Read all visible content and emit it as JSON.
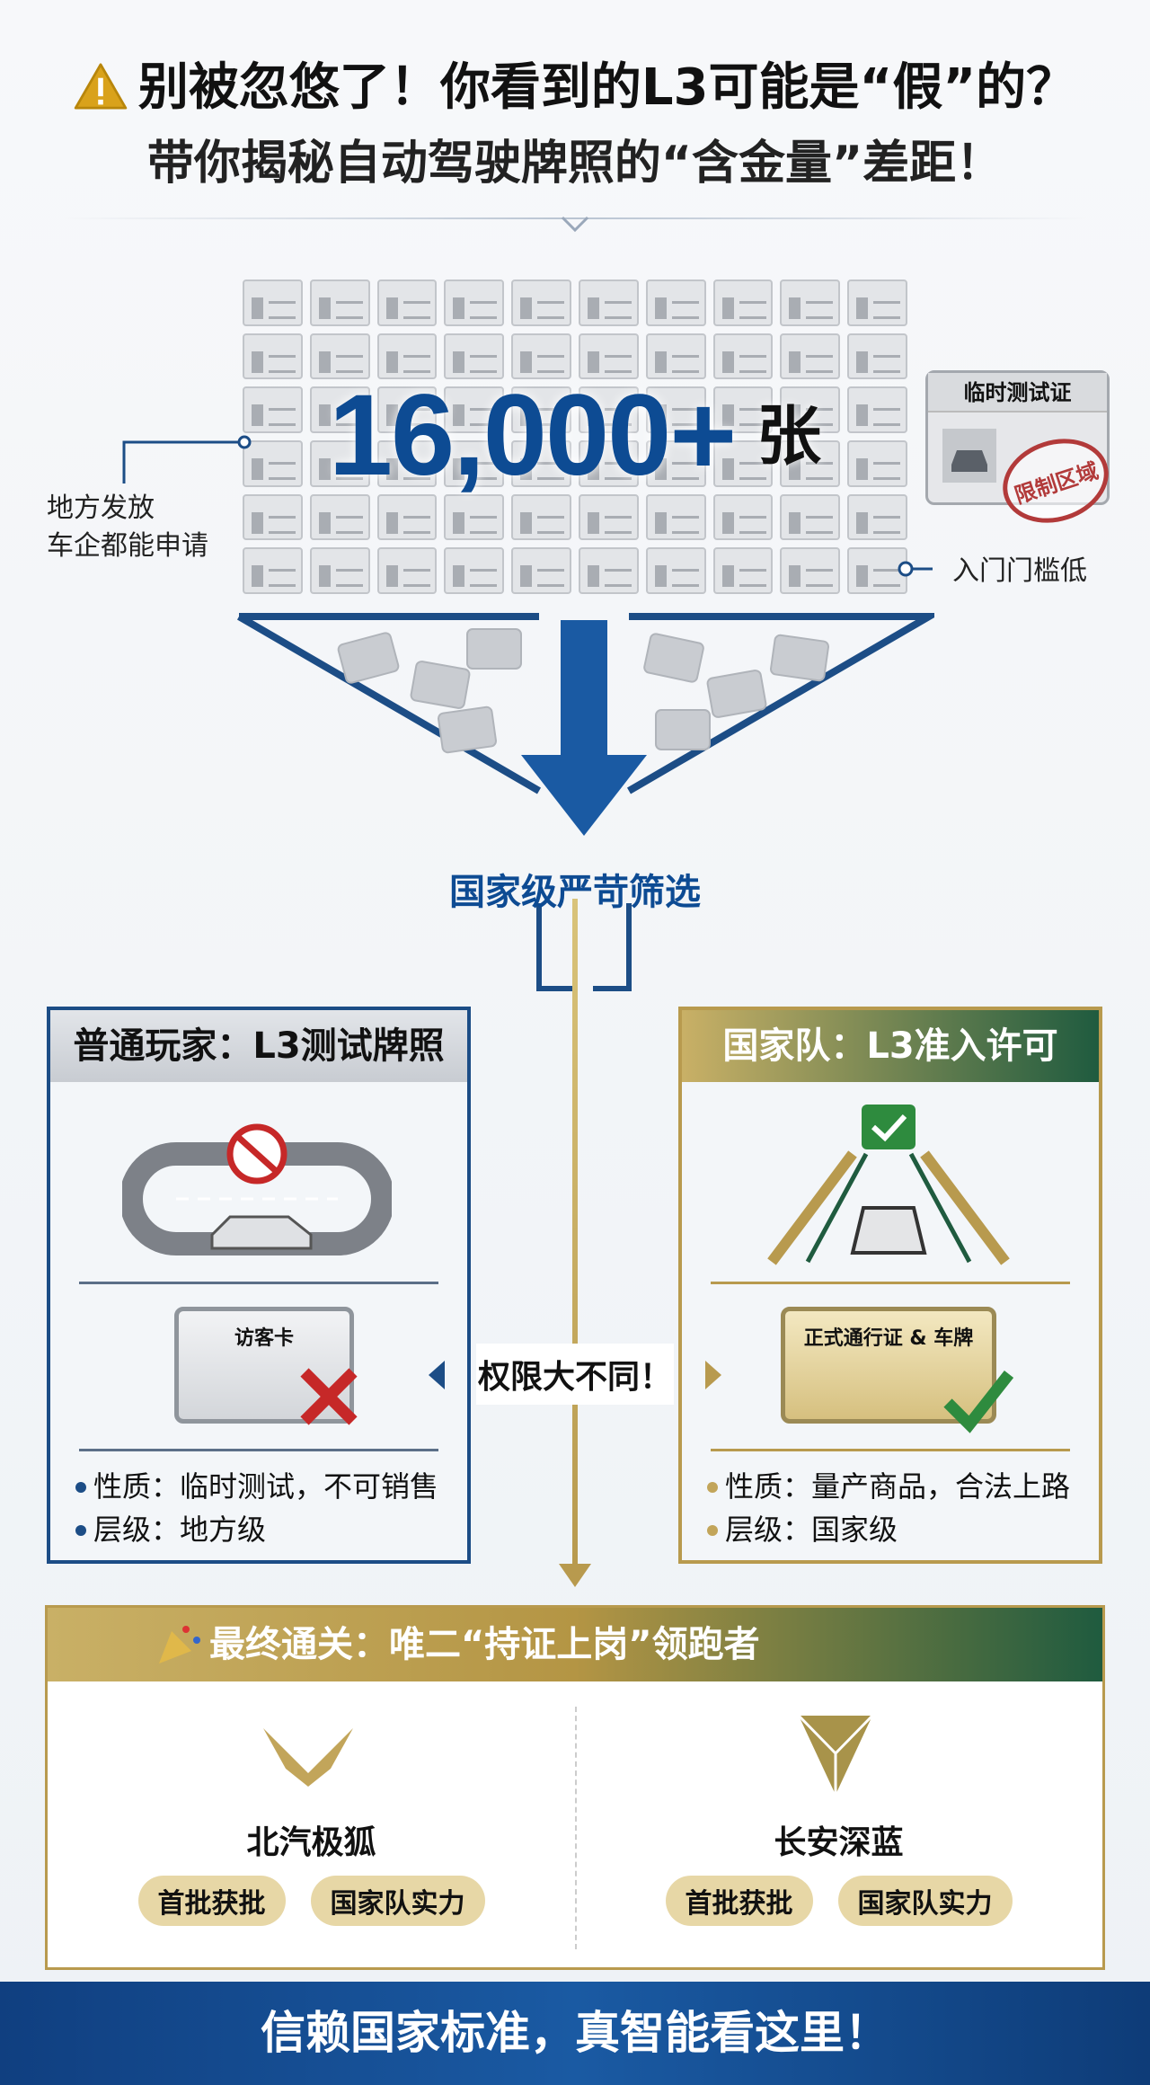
{
  "header": {
    "title": "别被忽悠了！你看到的L3可能是“假”的？",
    "subtitle": "带你揭秘自动驾驶牌照的“含金量”差距！"
  },
  "stats": {
    "count": "16,000+",
    "unit": "张",
    "left_note_1": "地方发放",
    "left_note_2": "车企都能申请",
    "right_note": "入门门槛低",
    "temp_card_title": "临时测试证",
    "stamp": "限制区域"
  },
  "funnel": {
    "label": "国家级严苛筛选"
  },
  "left_panel": {
    "title": "普通玩家：L3测试牌照",
    "card_label": "访客卡",
    "bullets": [
      "性质：临时测试，不可销售",
      "层级：地方级"
    ]
  },
  "right_panel": {
    "title": "国家队：L3准入许可",
    "card_label": "正式通行证 & 车牌",
    "bullets": [
      "性质：量产商品，合法上路",
      "层级：国家级"
    ]
  },
  "center_label": "权限大不同！",
  "final": {
    "title": "最终通关：唯二“持证上岗”领跑者",
    "brands": [
      {
        "name": "北汽极狐",
        "tags": [
          "首批获批",
          "国家队实力"
        ]
      },
      {
        "name": "长安深蓝",
        "tags": [
          "首批获批",
          "国家队实力"
        ]
      }
    ]
  },
  "footer": "信赖国家标准，真智能看这里！",
  "colors": {
    "blue": "#0d4b93",
    "gold": "#b89a4e",
    "green": "#1f5b3f"
  }
}
